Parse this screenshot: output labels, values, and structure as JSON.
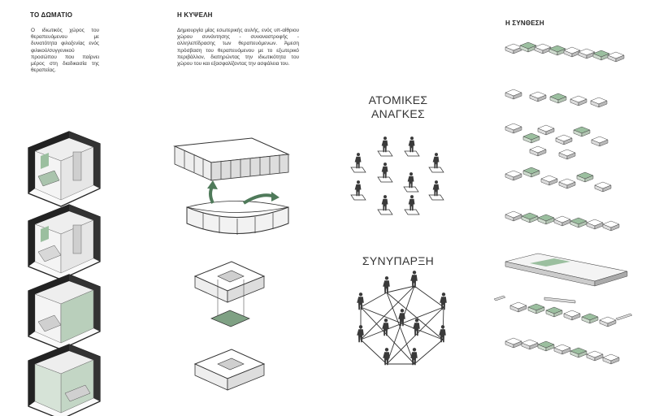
{
  "sections": {
    "room": {
      "title": "ΤΟ ΔΩΜΑΤΙΟ",
      "text": "Ο ιδιωτικός χώρος του θεραπευόμενου με δυνατότητα φιλοξενίας ενός φιλικού/συγγενικού προσώπου που παίρνει μέρος στη διαδικασία της θεραπείας."
    },
    "hive": {
      "title": "Η ΚΥΨΕΛΗ",
      "text": "Δημιουργία μίας εσωτερικής αυλής, ενός υπ-αίθριου χώρου συνάντησης - συναναστροφής - αλληλεπίδρασης των θεραπευόμενων. Άμεση πρόσβαση του θεραπευόμενου με το εξωτερικό περιβάλλον, διατηρώντας την ιδιωτικότητα του χώρου του και εξασφαλίζοντας την ασφάλεια του."
    },
    "synthesis": {
      "title": "Η ΣΥΝΘΕΣΗ"
    }
  },
  "labels": {
    "individual_needs_line1": "ΑΤΟΜΙΚΕΣ",
    "individual_needs_line2": "ΑΝΑΓΚΕΣ",
    "coexistence": "ΣΥΝΥΠΑΡΞΗ"
  },
  "colors": {
    "green": "#8fb094",
    "dark_green": "#4f7a5a",
    "figure": "#3a3a3a"
  }
}
